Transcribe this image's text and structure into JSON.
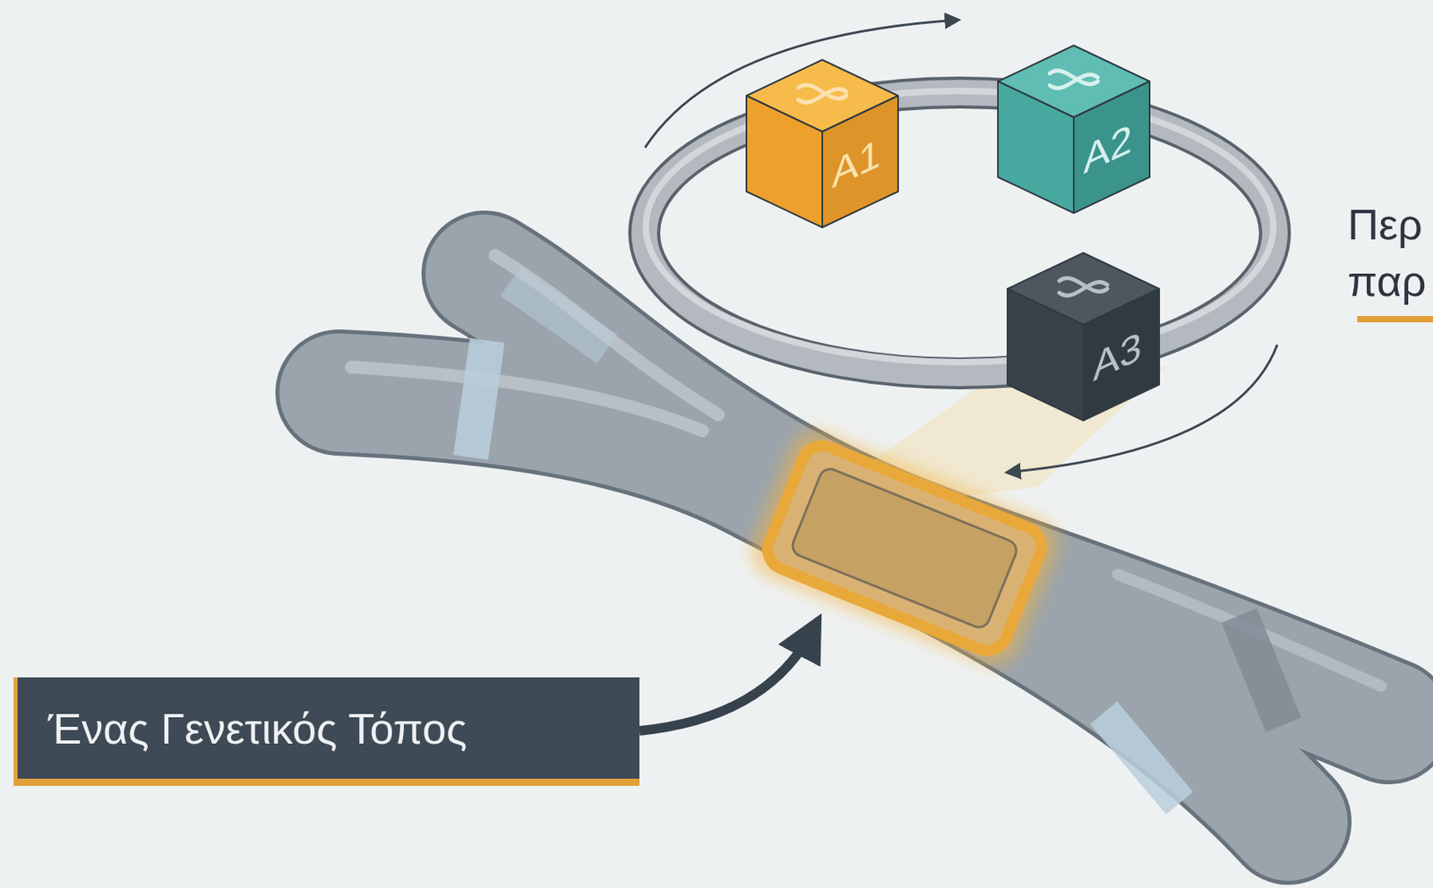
{
  "diagram": {
    "nodes": [
      {
        "text": [
          "A1"
        ]
      },
      {
        "text": [
          "A2"
        ]
      },
      {
        "text": [
          "A3"
        ]
      },
      {
        "text": [
          "Ένας Γενετικός Τόπος"
        ]
      }
    ],
    "labels": [
      "Περ παρ"
    ]
  }
}
